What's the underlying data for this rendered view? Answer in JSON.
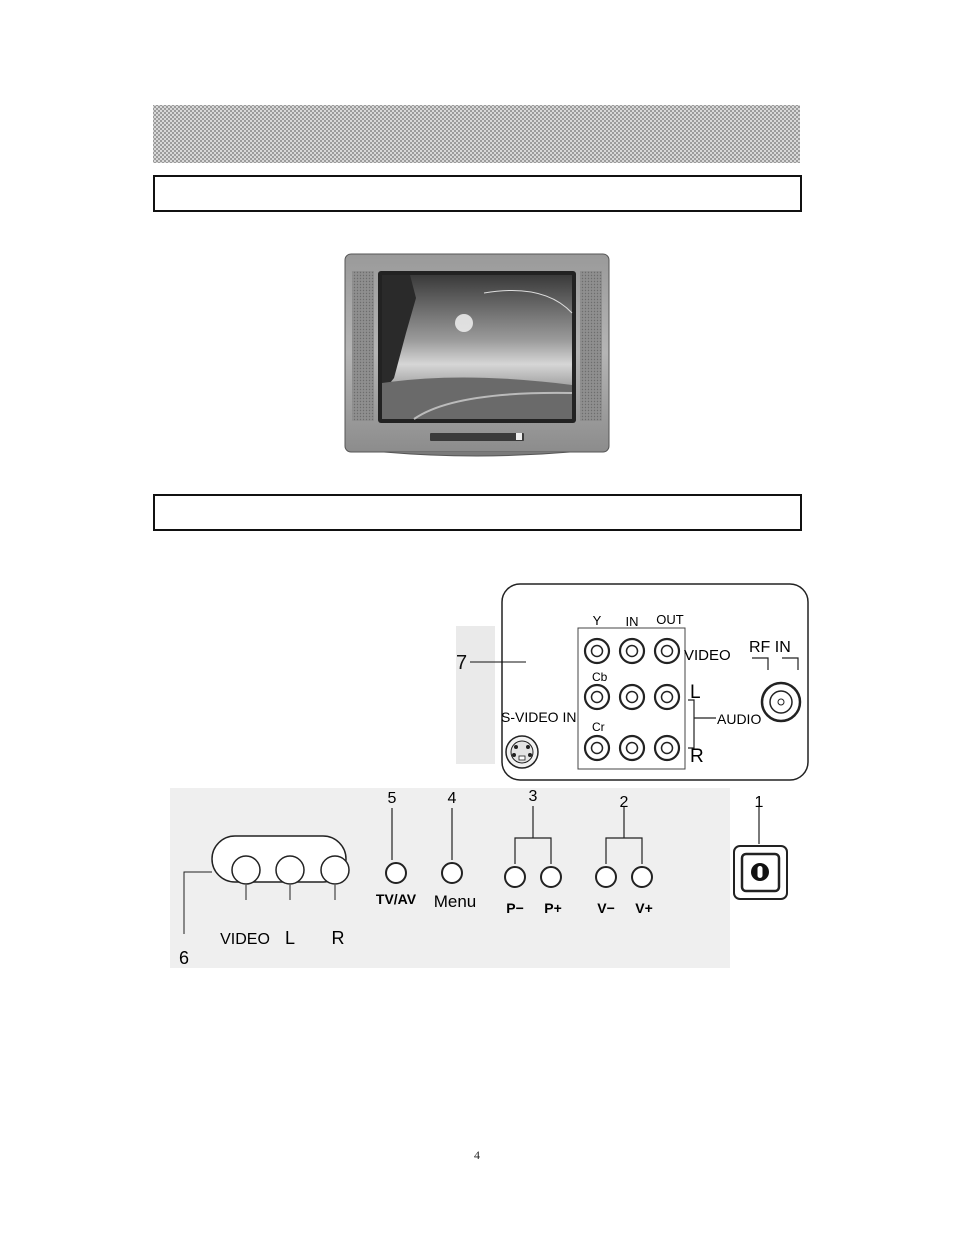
{
  "page": {
    "number": "4"
  },
  "figure_back": {
    "callout_7": "7",
    "labels": {
      "y": "Y",
      "in": "IN",
      "out": "OUT",
      "video": "VIDEO",
      "rf_in": "RF IN",
      "cb": "Cb",
      "cr": "Cr",
      "l": "L",
      "r": "R",
      "audio": "AUDIO",
      "s_video_in": "S-VIDEO IN"
    }
  },
  "figure_front": {
    "callouts": [
      "1",
      "2",
      "3",
      "4",
      "5",
      "6"
    ],
    "labels": {
      "video": "VIDEO",
      "l": "L",
      "r": "R",
      "tv_av": "TV/AV",
      "menu": "Menu",
      "p_minus": "P−",
      "p_plus": "P+",
      "v_minus": "V−",
      "v_plus": "V+"
    }
  },
  "icons": {
    "power": "power-icon",
    "jack": "rca-jack-icon",
    "s_video": "s-video-jack-icon",
    "button": "round-button-icon"
  }
}
